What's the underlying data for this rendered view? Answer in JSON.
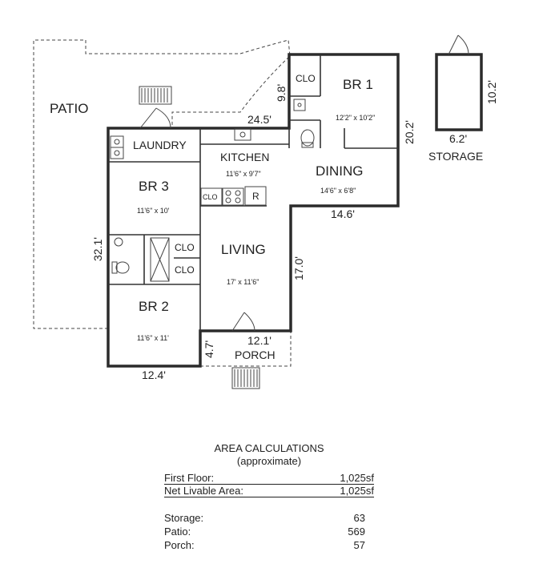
{
  "rooms": {
    "patio": "PATIO",
    "laundry": "LAUNDRY",
    "kitchen": {
      "name": "KITCHEN",
      "size": "11'6\" x 9'7\""
    },
    "br1": {
      "name": "BR 1",
      "size": "12'2\" x 10'2\""
    },
    "dining": {
      "name": "DINING",
      "size": "14'6\" x 6'8\""
    },
    "br3": {
      "name": "BR 3",
      "size": "11'6\" x 10'"
    },
    "living": {
      "name": "LIVING",
      "size": "17' x 11'6\""
    },
    "br2": {
      "name": "BR 2",
      "size": "11'6\" x 11'"
    },
    "porch": "PORCH",
    "storage": "STORAGE"
  },
  "closets": {
    "br1": "CLO",
    "kitchen": "CLO",
    "hall_upper": "CLO",
    "hall_lower": "CLO"
  },
  "fixtures": {
    "range": "R"
  },
  "dimensions": {
    "top": "24.5'",
    "br1_left": "9.8'",
    "right": "20.2'",
    "dining_bottom": "14.6'",
    "left": "32.1'",
    "living_right": "17.0'",
    "porch_width": "12.1'",
    "porch_depth": "4.7'",
    "bottom": "12.4'",
    "storage_height": "10.2'",
    "storage_width": "6.2'"
  },
  "area": {
    "title": "AREA CALCULATIONS",
    "subtitle": "(approximate)",
    "rows": [
      {
        "label": "First Floor:",
        "value": "1,025sf"
      },
      {
        "label": "Net Livable Area:",
        "value": "1,025sf"
      }
    ],
    "extras": [
      {
        "label": "Storage:",
        "value": "63"
      },
      {
        "label": "Patio:",
        "value": "569"
      },
      {
        "label": "Porch:",
        "value": "57"
      }
    ]
  }
}
